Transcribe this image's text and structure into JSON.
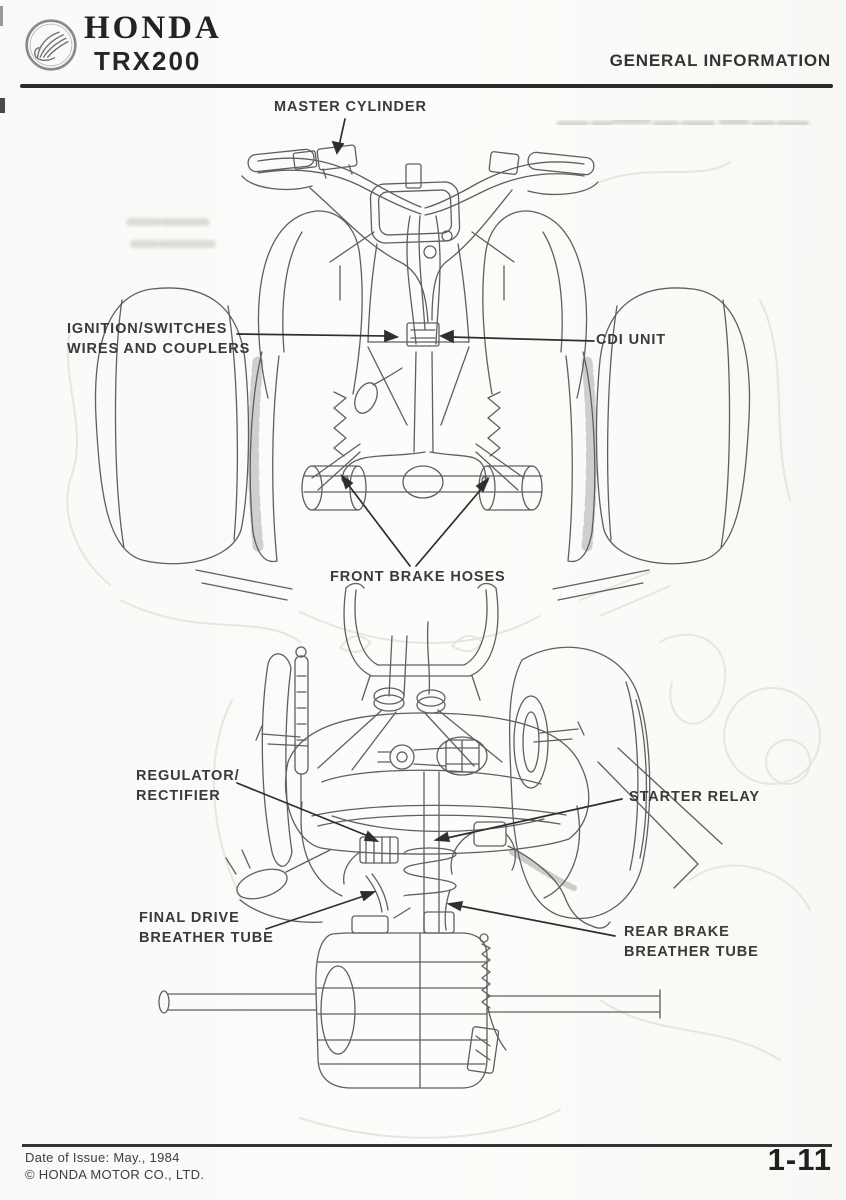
{
  "header": {
    "brand": "HONDA",
    "model": "TRX200",
    "section_title": "GENERAL INFORMATION",
    "logo_icon": "honda-wing"
  },
  "labels": {
    "master_cylinder": "MASTER CYLINDER",
    "ignition_switches": [
      "IGNITION/SWITCHES",
      "WIRES AND COUPLERS"
    ],
    "cdi_unit": "CDI UNIT",
    "front_brake_hoses": "FRONT BRAKE HOSES",
    "regulator_rectifier": [
      "REGULATOR/",
      "RECTIFIER"
    ],
    "starter_relay": "STARTER RELAY",
    "final_drive_breather_tube": [
      "FINAL DRIVE",
      "BREATHER TUBE"
    ],
    "rear_brake_breather_tube": [
      "REAR BRAKE",
      "BREATHER TUBE"
    ]
  },
  "footer": {
    "date_of_issue": "Date of Issue: May., 1984",
    "copyright": "© HONDA MOTOR CO., LTD.",
    "page_number": "1-11"
  },
  "colors": {
    "paper": "#fbfbf9",
    "ink": "#2d2d2d",
    "line_art": "#5f5f5f"
  }
}
